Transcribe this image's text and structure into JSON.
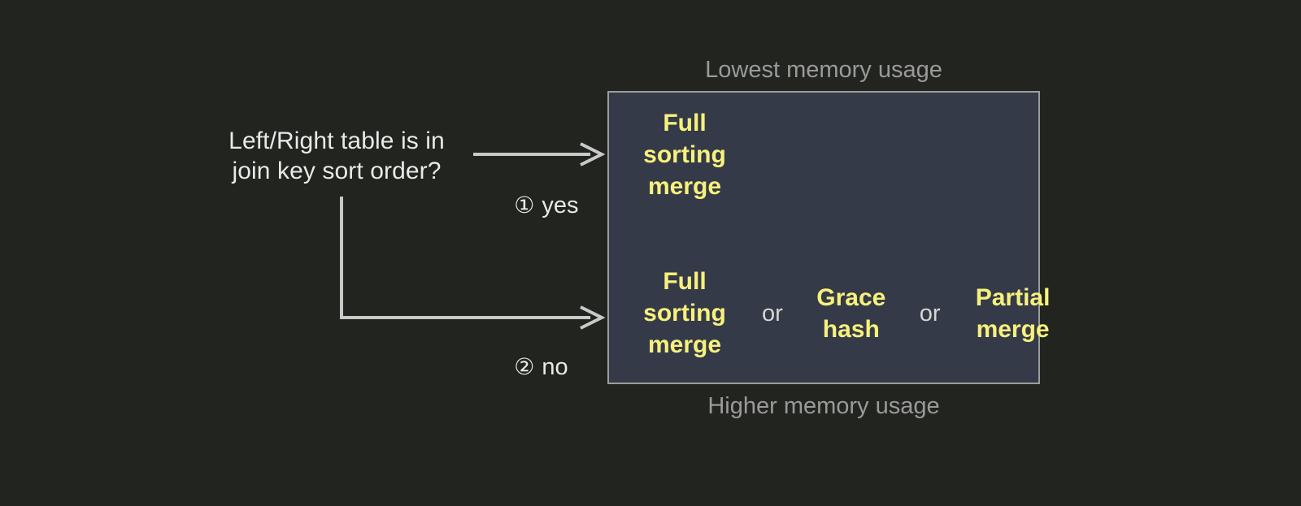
{
  "decision": {
    "question": "Left/Right table is in\njoin key sort order?"
  },
  "branches": [
    {
      "marker": "①",
      "label": "yes"
    },
    {
      "marker": "②",
      "label": "no"
    }
  ],
  "captions": {
    "top": "Lowest memory usage",
    "bottom": "Higher memory usage"
  },
  "panel": {
    "rows": [
      {
        "branch": "yes",
        "options": [
          "Full\nsorting\nmerge"
        ],
        "separators": []
      },
      {
        "branch": "no",
        "options": [
          "Full\nsorting\nmerge",
          "Grace\nhash",
          "Partial\nmerge"
        ],
        "separators": [
          "or",
          "or"
        ]
      }
    ]
  },
  "colors": {
    "background": "#222420",
    "panel_fill": "#343a48",
    "panel_border": "#9d9d9b",
    "option_text": "#f7f17c",
    "body_text": "#e9e9e7",
    "caption_text": "#9a9a98",
    "connector": "#c9c9c7"
  }
}
